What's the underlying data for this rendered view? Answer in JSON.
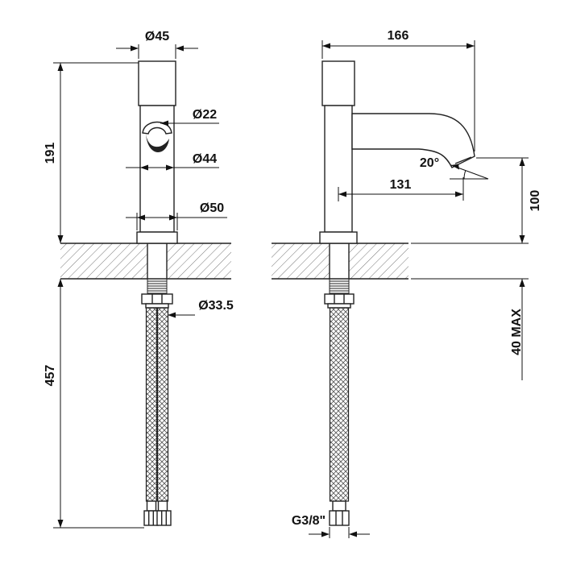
{
  "drawing": {
    "labels": {
      "top_diameter": "Ø45",
      "handle_diameter": "Ø22",
      "body_diameter": "Ø44",
      "base_diameter": "Ø50",
      "height_to_deck": "191",
      "overall_projection": "166",
      "spout_angle": "20°",
      "spout_projection": "131",
      "spout_height": "100",
      "shank_diameter": "Ø33.5",
      "hose_length": "457",
      "max_deck_thickness": "40 MAX",
      "connection_thread": "G3/8\""
    },
    "colors": {
      "line": "#222222",
      "dimension": "#111111",
      "background": "#ffffff"
    }
  }
}
